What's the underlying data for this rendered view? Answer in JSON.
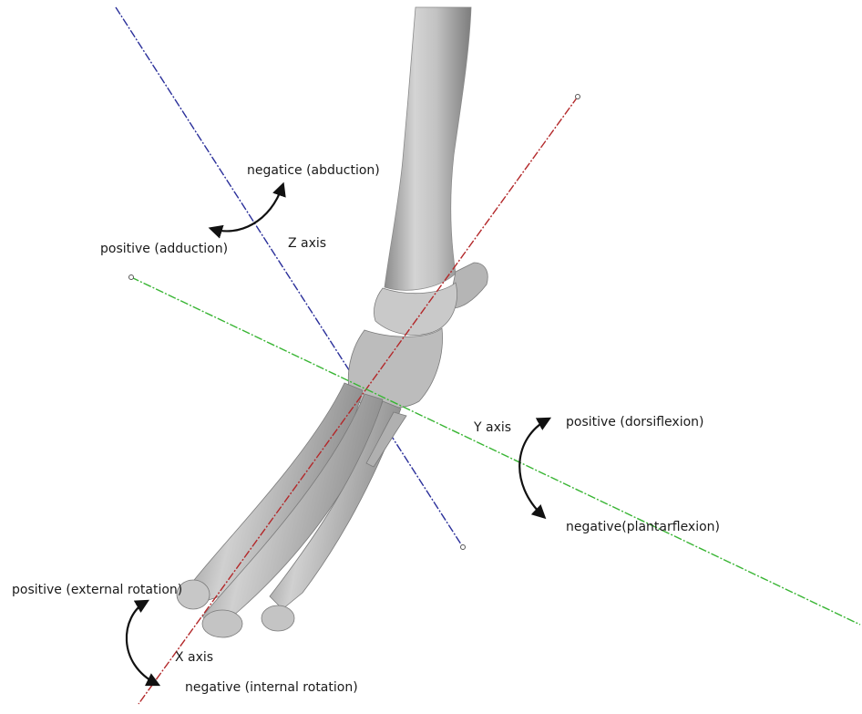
{
  "axes": [
    {
      "id": "z",
      "label": "Z axis",
      "color": "#2a2f9a"
    },
    {
      "id": "y",
      "label": "Y axis",
      "color": "#39b534"
    },
    {
      "id": "x",
      "label": "X axis",
      "color": "#b3282a"
    }
  ],
  "rotations": {
    "z_negative": "negatice (abduction)",
    "z_positive": "positive (adduction)",
    "y_positive": "positive (dorsiflexion)",
    "y_negative": "negative(plantarflexion)",
    "x_positive": "positive (external rotation)",
    "x_negative": "negative (internal rotation)"
  },
  "colors": {
    "bone": "#bfbfbf",
    "bone_shade": "#8e8e8e",
    "bone_light": "#dedede",
    "arrow": "#111111",
    "background": "#ffffff"
  }
}
